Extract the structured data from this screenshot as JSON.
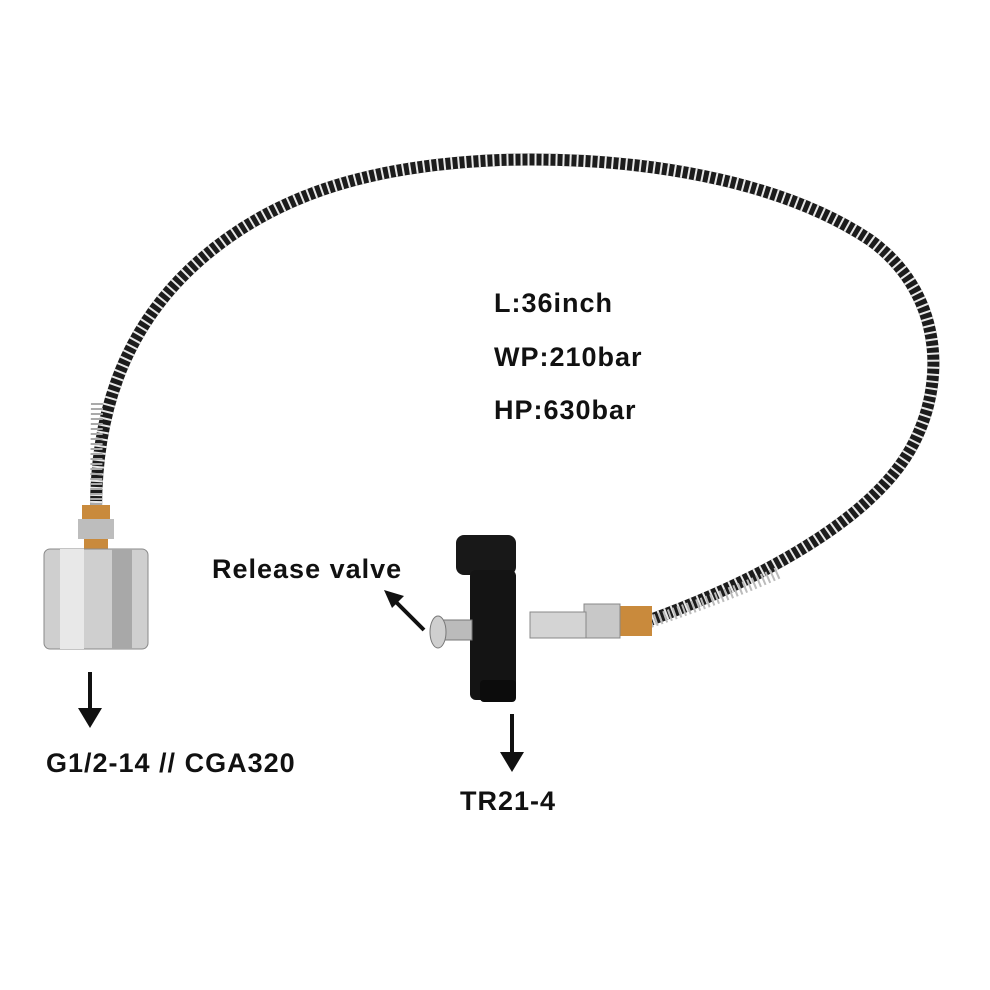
{
  "specs": {
    "length": "L:36inch",
    "working_pressure": "WP:210bar",
    "high_pressure": "HP:630bar"
  },
  "callouts": {
    "release_valve": "Release valve",
    "left_fitting": "G1/2-14 // CGA320",
    "right_fitting": "TR21-4"
  },
  "colors": {
    "hose": "#1c1c1c",
    "metal": "#c8c8c8",
    "brass": "#c98a3c",
    "valve_body": "#141414"
  }
}
